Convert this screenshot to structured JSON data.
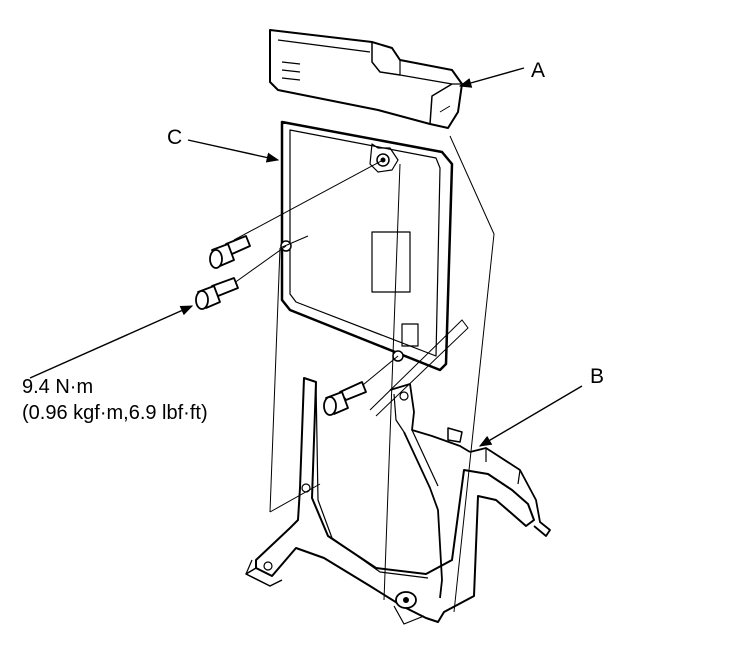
{
  "callouts": {
    "a": "A",
    "b": "B",
    "c": "C"
  },
  "torque_spec": {
    "line1": "9.4 N·m",
    "line2": "(0.96 kgf·m,6.9 lbf·ft)"
  }
}
